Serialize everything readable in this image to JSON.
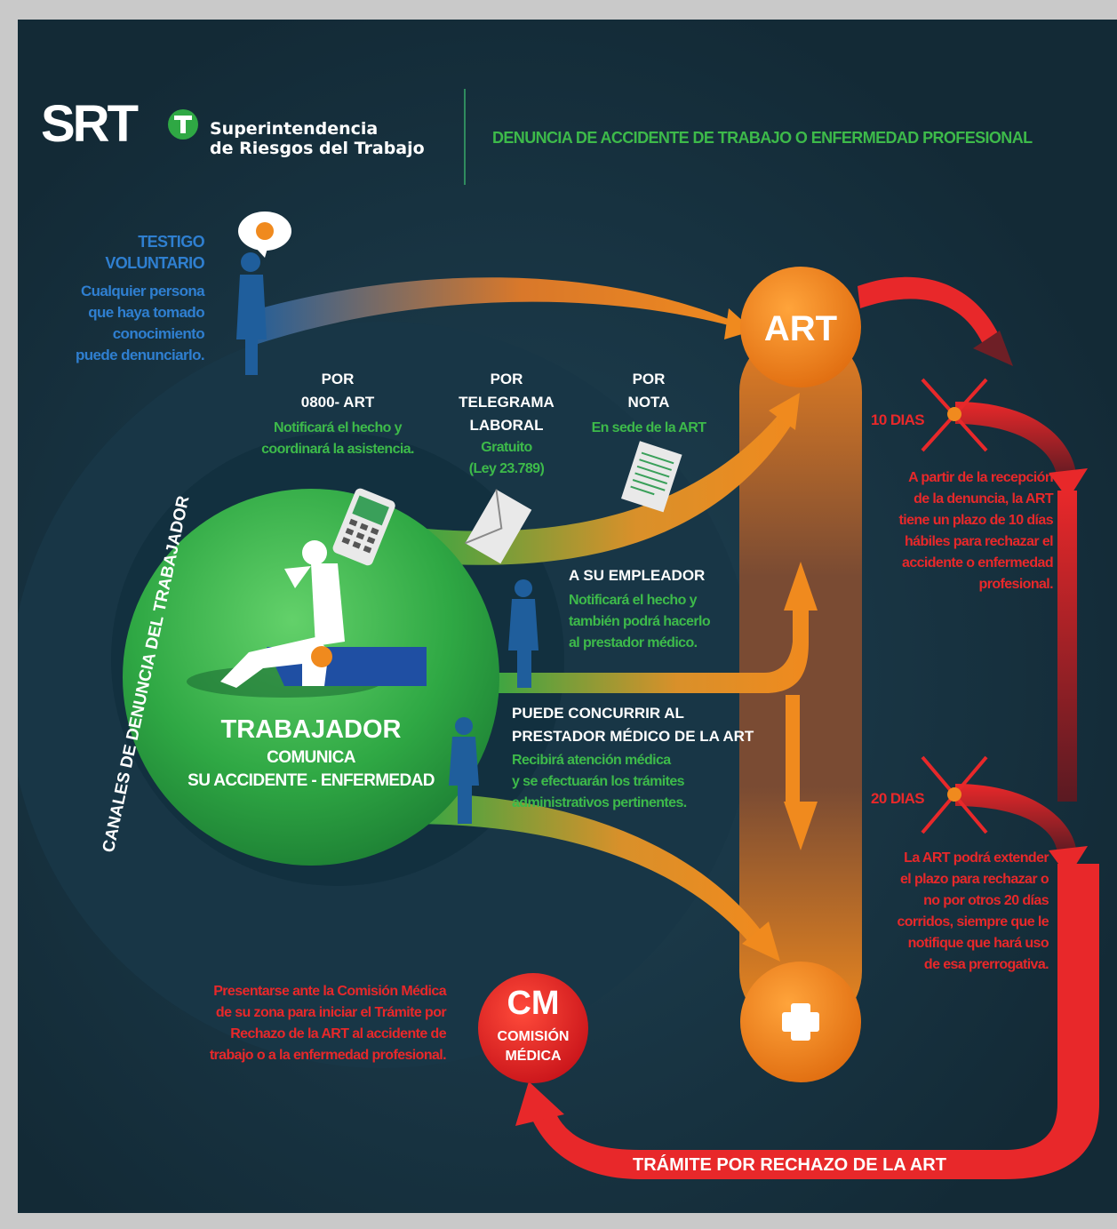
{
  "header": {
    "logo_text": "SRT",
    "org_name_line1": "Superintendencia",
    "org_name_line2": "de Riesgos del Trabajo",
    "title": "DENUNCIA DE ACCIDENTE DE TRABAJO O ENFERMEDAD PROFESIONAL"
  },
  "testigo": {
    "title_line1": "TESTIGO",
    "title_line2": "VOLUNTARIO",
    "desc_line1": "Cualquier persona",
    "desc_line2": "que haya tomado",
    "desc_line3": "conocimiento",
    "desc_line4": "puede denunciarlo."
  },
  "channels": {
    "phone": {
      "title_line1": "POR",
      "title_line2": "0800- ART",
      "desc_line1": "Notificará el hecho y",
      "desc_line2": "coordinará la asistencia."
    },
    "telegram": {
      "title_line1": "POR",
      "title_line2": "TELEGRAMA",
      "title_line3": "LABORAL",
      "desc_line1": "Gratuito",
      "desc_line2": "(Ley 23.789)"
    },
    "note": {
      "title_line1": "POR",
      "title_line2": "NOTA",
      "desc_line1": "En sede de la ART"
    },
    "employer": {
      "title": "A SU EMPLEADOR",
      "desc_line1": "Notificará el hecho y",
      "desc_line2": "también podrá hacerlo",
      "desc_line3": "al prestador médico."
    },
    "provider": {
      "title_line1": "PUEDE CONCURRIR AL",
      "title_line2": "PRESTADOR MÉDICO DE LA ART",
      "desc_line1": "Recibirá atención médica",
      "desc_line2": "y se efectuarán los trámites",
      "desc_line3": "administrativos pertinentes."
    },
    "ring_label": "CANALES DE DENUNCIA DEL TRABAJADOR"
  },
  "worker": {
    "title": "TRABAJADOR",
    "subtitle_line1": "COMUNICA",
    "subtitle_line2": "SU ACCIDENTE  - ENFERMEDAD"
  },
  "art": {
    "label": "ART",
    "day10": {
      "label": "10 DIAS",
      "desc_line1": "A partir de la recepción",
      "desc_line2": "de la denuncia, la ART",
      "desc_line3": "tiene un plazo de 10 días",
      "desc_line4": "hábiles para rechazar el",
      "desc_line5": "accidente o enfermedad",
      "desc_line6": "profesional."
    },
    "day20": {
      "label": "20 DIAS",
      "desc_line1": "La ART podrá extender",
      "desc_line2": "el plazo para rechazar o",
      "desc_line3": "no por otros 20 días",
      "desc_line4": "corridos, siempre que le",
      "desc_line5": "notifique que hará uso",
      "desc_line6": "de esa prerrogativa."
    }
  },
  "cm": {
    "abbr": "CM",
    "label_line1": "COMISIÓN",
    "label_line2": "MÉDICA",
    "desc_line1": "Presentarse ante la Comisión Médica",
    "desc_line2": "de su zona para iniciar el Trámite por",
    "desc_line3": "Rechazo de la ART al accidente de",
    "desc_line4": "trabajo o a la enfermedad profesional."
  },
  "bottom_arrow_label": "TRÁMITE POR RECHAZO DE LA ART",
  "colors": {
    "background": "#132a36",
    "frame": "#c9c9c9",
    "green": "#3dba4a",
    "orange": "#f08a1e",
    "red": "#e8282a",
    "blue": "#2f7fd0"
  },
  "icons": [
    "speech-bubble-icon",
    "phone-icon",
    "envelope-icon",
    "document-icon",
    "medical-cross-icon",
    "person-silhouette-icon"
  ]
}
